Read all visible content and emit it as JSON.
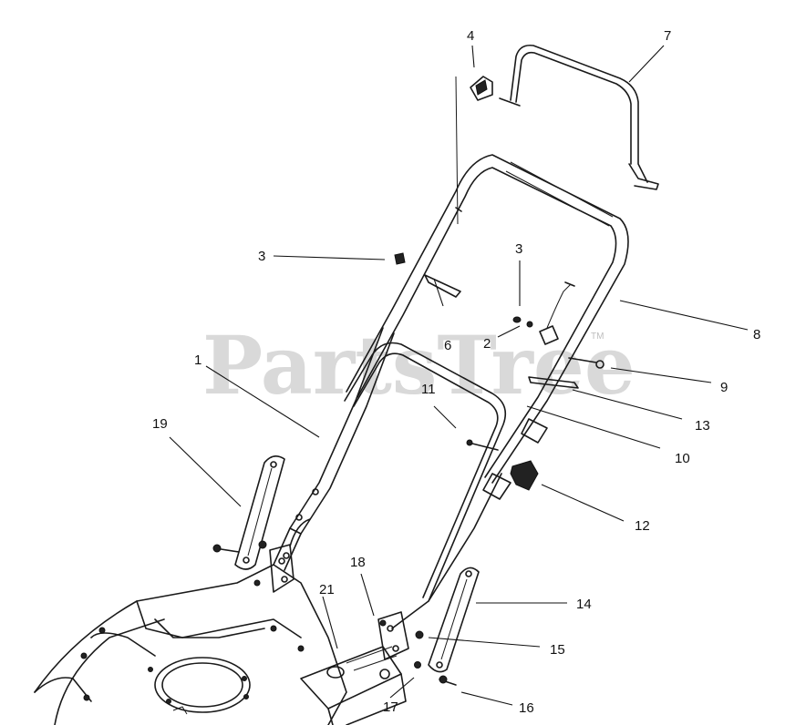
{
  "watermark": {
    "text": "PartsTree",
    "mark": "TM"
  },
  "callouts": [
    {
      "id": "c1",
      "label": "1"
    },
    {
      "id": "c2",
      "label": "2"
    },
    {
      "id": "c3a",
      "label": "3"
    },
    {
      "id": "c3b",
      "label": "3"
    },
    {
      "id": "c4",
      "label": "4"
    },
    {
      "id": "c6",
      "label": "6"
    },
    {
      "id": "c7",
      "label": "7"
    },
    {
      "id": "c8",
      "label": "8"
    },
    {
      "id": "c9",
      "label": "9"
    },
    {
      "id": "c10",
      "label": "10"
    },
    {
      "id": "c11",
      "label": "11"
    },
    {
      "id": "c12",
      "label": "12"
    },
    {
      "id": "c13",
      "label": "13"
    },
    {
      "id": "c14",
      "label": "14"
    },
    {
      "id": "c15",
      "label": "15"
    },
    {
      "id": "c16",
      "label": "16"
    },
    {
      "id": "c17",
      "label": "17"
    },
    {
      "id": "c18",
      "label": "18"
    },
    {
      "id": "c19",
      "label": "19"
    },
    {
      "id": "c21",
      "label": "21"
    }
  ]
}
